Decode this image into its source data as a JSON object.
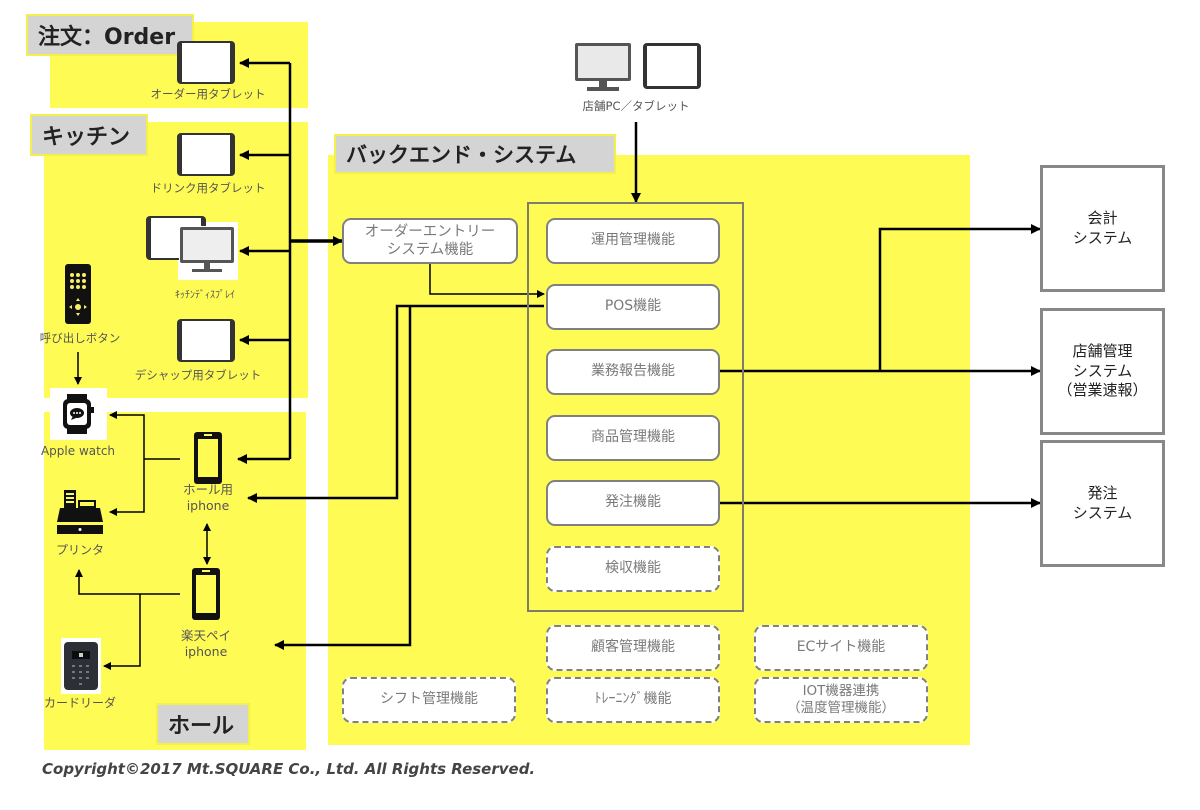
{
  "zones": {
    "order": {
      "title": "注文：Order"
    },
    "kitchen": {
      "title": "キッチン"
    },
    "hall": {
      "title": "ホール"
    },
    "backend": {
      "title": "バックエンド・システム"
    }
  },
  "devices": {
    "order_tablet": {
      "label": "オーダー用タブレット",
      "icon": "tablet-icon"
    },
    "drink_tablet": {
      "label": "ドリンク用タブレット",
      "icon": "tablet-icon"
    },
    "kitchen_display": {
      "label": "ｷｯﾁﾝﾃﾞｨｽﾌﾟﾚｲ",
      "icon": "monitor-icon"
    },
    "deshap_tablet": {
      "label": "デシャップ用タブレット",
      "icon": "tablet-icon"
    },
    "call_button": {
      "label": "呼び出しボタン",
      "icon": "remote-icon"
    },
    "apple_watch": {
      "label": "Apple watch",
      "icon": "smartwatch-icon"
    },
    "printer": {
      "label": "プリンタ",
      "icon": "cash-register-icon"
    },
    "card_reader": {
      "label": "カードリーダ",
      "icon": "card-reader-icon"
    },
    "hall_iphone": {
      "label_line1": "ホール用",
      "label_line2": "iphone",
      "icon": "smartphone-icon"
    },
    "rakuten_iphone": {
      "label_line1": "楽天ペイ",
      "label_line2": "iphone",
      "icon": "smartphone-icon"
    },
    "store_pc": {
      "label": "店舗PC／タブレット",
      "icon": "monitor-icon"
    }
  },
  "backend": {
    "order_entry": {
      "line1": "オーダーエントリー",
      "line2": "システム機能"
    },
    "core_functions": [
      {
        "label": "運用管理機能",
        "style": "solid"
      },
      {
        "label": "POS機能",
        "style": "solid"
      },
      {
        "label": "業務報告機能",
        "style": "solid"
      },
      {
        "label": "商品管理機能",
        "style": "solid"
      },
      {
        "label": "発注機能",
        "style": "solid"
      },
      {
        "label": "検収機能",
        "style": "dashed"
      }
    ],
    "optional_functions": [
      {
        "label": "顧客管理機能",
        "style": "dashed"
      },
      {
        "label": "ECサイト機能",
        "style": "dashed"
      },
      {
        "label": "シフト管理機能",
        "style": "dashed"
      },
      {
        "label": "ﾄﾚｰﾆﾝｸﾞ機能",
        "style": "dashed"
      },
      {
        "label": "IOT機器連携\n（温度管理機能）",
        "line1": "IOT機器連携",
        "line2": "（温度管理機能）",
        "style": "dashed"
      }
    ]
  },
  "external_systems": [
    {
      "label": "会計\nシステム"
    },
    {
      "label": "店舗管理\nシステム\n（営業速報）"
    },
    {
      "label": "発注\nシステム"
    }
  ],
  "colors": {
    "zone_fill": "#fffb55",
    "title_fill": "#d4d4d4",
    "box_border": "#808080",
    "connector": "#000000"
  },
  "footer": {
    "copyright": "Copyright©2017 Mt.SQUARE  Co., Ltd. All Rights Reserved."
  }
}
